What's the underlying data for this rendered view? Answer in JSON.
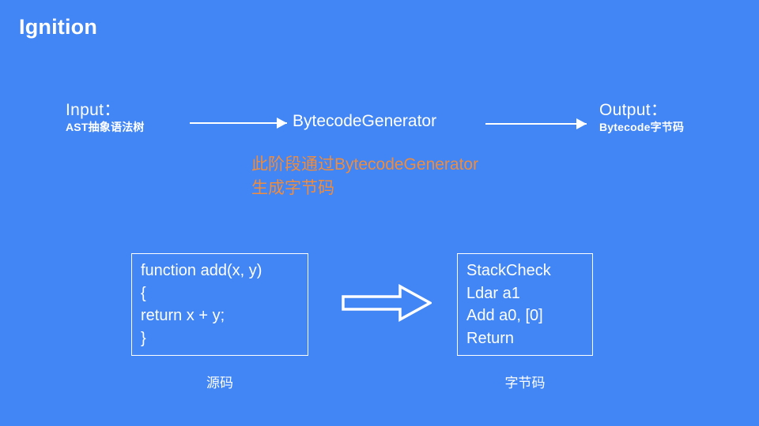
{
  "slide": {
    "title": "Ignition",
    "background_color": "#4285F4",
    "text_color": "#FFFFFF",
    "accent_color": "#F08C3C"
  },
  "pipeline": {
    "input": {
      "heading": "Input：",
      "subtext": "AST抽象语法树"
    },
    "stage": {
      "label": "BytecodeGenerator"
    },
    "output": {
      "heading": "Output：",
      "subtext": "Bytecode字节码"
    },
    "arrow_in_name": "arrow-input-to-generator",
    "arrow_out_name": "arrow-generator-to-output"
  },
  "annotation": {
    "text": "此阶段通过BytecodeGenerator\n生成字节码",
    "color": "#F08C3C"
  },
  "example": {
    "source": {
      "code": "function add(x, y)\n{\n  return x + y;\n}",
      "caption": "源码"
    },
    "bytecode": {
      "code": "StackCheck\nLdar a1\nAdd a0, [0]\nReturn",
      "caption": "字节码"
    },
    "transform_arrow_name": "block-arrow-source-to-bytecode"
  }
}
